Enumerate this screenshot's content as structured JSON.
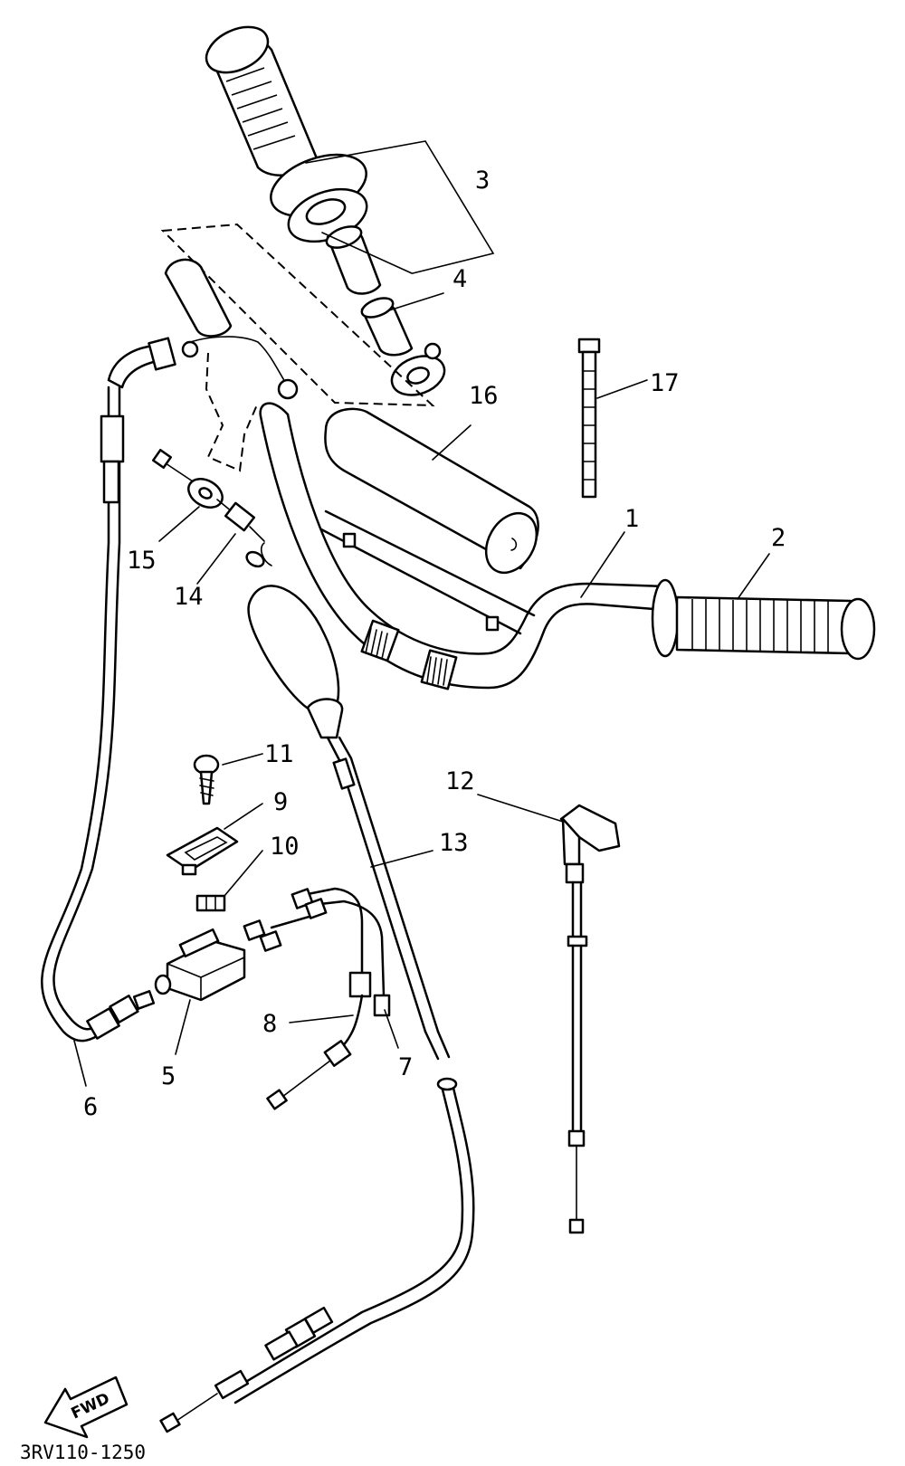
{
  "diagram": {
    "code": "3RV110-1250",
    "direction_label": "FWD",
    "callouts": [
      {
        "id": "1",
        "text": "1"
      },
      {
        "id": "2",
        "text": "2"
      },
      {
        "id": "3",
        "text": "3"
      },
      {
        "id": "4",
        "text": "4"
      },
      {
        "id": "5",
        "text": "5"
      },
      {
        "id": "6",
        "text": "6"
      },
      {
        "id": "7",
        "text": "7"
      },
      {
        "id": "8",
        "text": "8"
      },
      {
        "id": "9",
        "text": "9"
      },
      {
        "id": "10",
        "text": "10"
      },
      {
        "id": "11",
        "text": "11"
      },
      {
        "id": "12",
        "text": "12"
      },
      {
        "id": "13",
        "text": "13"
      },
      {
        "id": "14",
        "text": "14"
      },
      {
        "id": "15",
        "text": "15"
      },
      {
        "id": "16",
        "text": "16"
      },
      {
        "id": "17",
        "text": "17"
      }
    ]
  }
}
